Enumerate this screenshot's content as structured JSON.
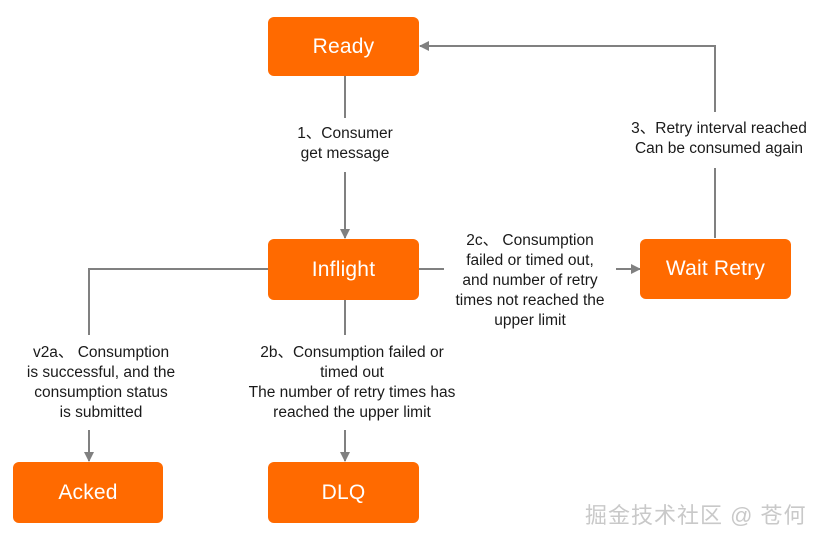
{
  "colors": {
    "node_fill": "#ff6a00",
    "node_text": "#ffffff",
    "edge": "#808080",
    "label_text": "#1a1a1a"
  },
  "nodes": {
    "ready": "Ready",
    "inflight": "Inflight",
    "wait_retry": "Wait Retry",
    "acked": "Acked",
    "dlq": "DLQ"
  },
  "edge_labels": {
    "get_message": "1、Consumer\nget message",
    "retry_reached": "3、Retry interval reached\nCan be consumed again",
    "consume_failed_retry": "2c、 Consumption\nfailed or timed out,\nand number of retry\ntimes not reached the\nupper limit",
    "consume_success": "v2a、 Consumption\nis successful, and the\nconsumption status\nis submitted",
    "consume_failed_dlq": "2b、Consumption failed or\ntimed out\nThe number of retry times has\nreached the upper limit"
  },
  "watermark": "掘金技术社区 @ 苍何"
}
